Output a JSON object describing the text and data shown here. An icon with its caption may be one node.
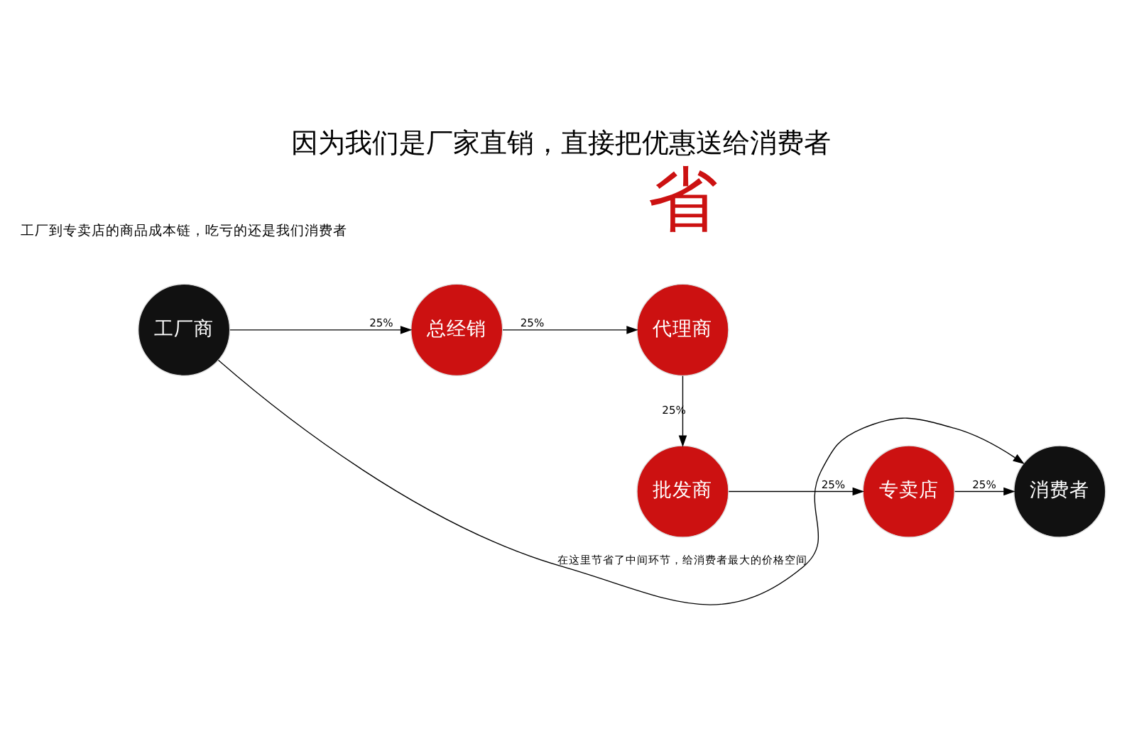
{
  "diagram": {
    "title": "因为我们是厂家直销，直接把优惠送给消费者",
    "nodes": [
      {
        "text": [
          "工厂商"
        ]
      },
      {
        "text": [
          "总经销"
        ]
      },
      {
        "text": [
          "代理商"
        ]
      },
      {
        "text": [
          "批发商"
        ]
      },
      {
        "text": [
          "专卖店"
        ]
      },
      {
        "text": [
          "消费者"
        ]
      }
    ],
    "edges": [
      {
        "from": 0,
        "to": 1,
        "arrow": "to",
        "label": "25%"
      },
      {
        "from": 1,
        "to": 2,
        "arrow": "to",
        "label": "25%"
      },
      {
        "from": 2,
        "to": 3,
        "arrow": "to",
        "label": "25%"
      },
      {
        "from": 3,
        "to": 4,
        "arrow": "to",
        "label": "25%"
      },
      {
        "from": 4,
        "to": 5,
        "arrow": "to",
        "label": "25%"
      },
      {
        "from": 0,
        "to": 5,
        "arrow": "to",
        "label": "在这里节省了中间环节，给消费者最大的价格空间"
      }
    ],
    "labels": [
      "工厂到专卖店的商品成本链，吃亏的还是我们消费者",
      "省"
    ]
  }
}
